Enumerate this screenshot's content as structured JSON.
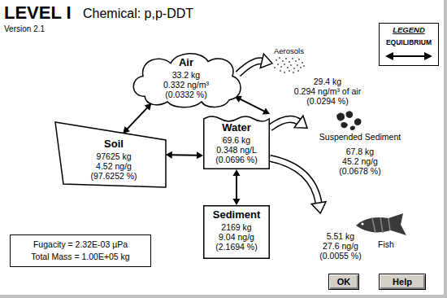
{
  "diagram": {
    "title": "LEVEL I",
    "nodes": [
      {
        "text": [
          "Air",
          "33.2 kg",
          "0.332 ng/m³",
          "(0.0332 %)"
        ]
      },
      {
        "text": [
          "Aerosols",
          "29.4 kg",
          "0.294 ng/m³ of air",
          "(0.0294 %)"
        ]
      },
      {
        "text": [
          "Soil",
          "97625 kg",
          "4.52 ng/g",
          "(97.6252 %)"
        ]
      },
      {
        "text": [
          "Water",
          "69.6 kg",
          "0.348 ng/L",
          "(0.0696 %)"
        ]
      },
      {
        "text": [
          "Suspended Sediment",
          "67.8 kg",
          "45.2 ng/g",
          "(0.0678 %)"
        ]
      },
      {
        "text": [
          "Sediment",
          "2169 kg",
          "9.04 ng/g",
          "(2.1694 %)"
        ]
      },
      {
        "text": [
          "Fish",
          "5.51 kg",
          "27.6 ng/g",
          "(0.0055 %)"
        ]
      },
      {
        "text": [
          "Fugacity = 2.32E-03 µPa",
          "Total Mass = 1.00E+05 kg"
        ]
      },
      {
        "text": [
          "OK"
        ]
      },
      {
        "text": [
          "Help"
        ]
      }
    ],
    "edges": [
      {
        "from": 0,
        "to": 2,
        "arrow": "both"
      },
      {
        "from": 0,
        "to": 3,
        "arrow": "both"
      },
      {
        "from": 2,
        "to": 3,
        "arrow": "both"
      },
      {
        "from": 3,
        "to": 5,
        "arrow": "both"
      },
      {
        "from": 0,
        "to": 1,
        "arrow": "to"
      },
      {
        "from": 3,
        "to": 4,
        "arrow": "to"
      },
      {
        "from": 3,
        "to": 6,
        "arrow": "to"
      }
    ],
    "labels": [
      "Chemical: p,p-DDT",
      "Version 2.1",
      "LEGEND"
    ],
    "legend": [
      {
        "text": "EQUILIBRIUM"
      }
    ]
  }
}
